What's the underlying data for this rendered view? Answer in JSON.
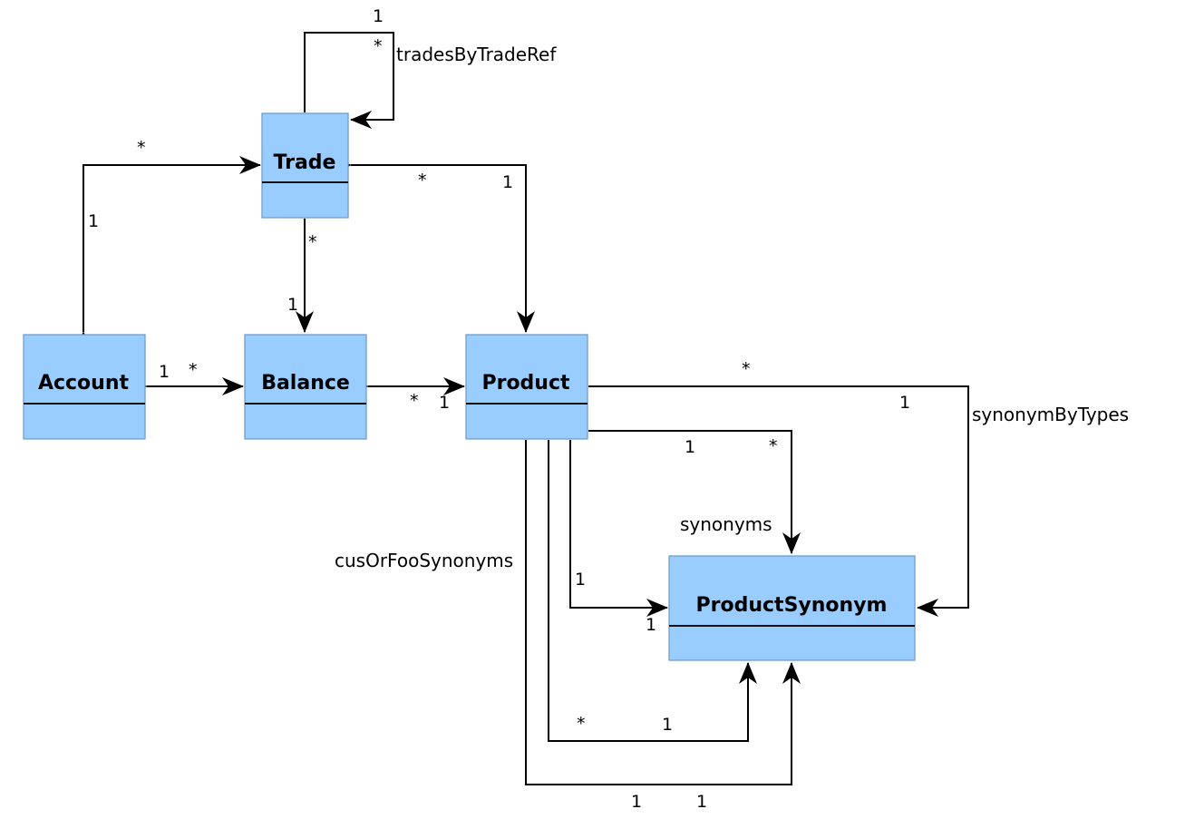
{
  "entities": {
    "trade": "Trade",
    "account": "Account",
    "balance": "Balance",
    "product": "Product",
    "product_synonym": "ProductSynonym"
  },
  "roles": {
    "trades_by_trade_ref": "tradesByTradeRef",
    "synonym_by_types": "synonymByTypes",
    "synonyms": "synonyms",
    "cus_or_foo_synonyms": "cusOrFooSynonyms"
  },
  "multiplicities": {
    "trade_self_top": "1",
    "trade_self_side": "*",
    "account_trade_star": "*",
    "account_trade_one": "1",
    "trade_product_star": "*",
    "trade_product_one": "1",
    "trade_balance_star": "*",
    "trade_balance_one": "1",
    "account_balance_one": "1",
    "account_balance_star": "*",
    "balance_product_star": "*",
    "balance_product_one": "1",
    "syn_by_types_star": "*",
    "syn_by_types_one": "1",
    "synonyms_one": "1",
    "synonyms_star": "*",
    "direct_one_a": "1",
    "direct_one_b": "1",
    "cus_star": "*",
    "cus_one": "1",
    "bottom_one_a": "1",
    "bottom_one_b": "1"
  },
  "colors": {
    "entity_fill": "#99ccff",
    "edge": "#000000"
  }
}
